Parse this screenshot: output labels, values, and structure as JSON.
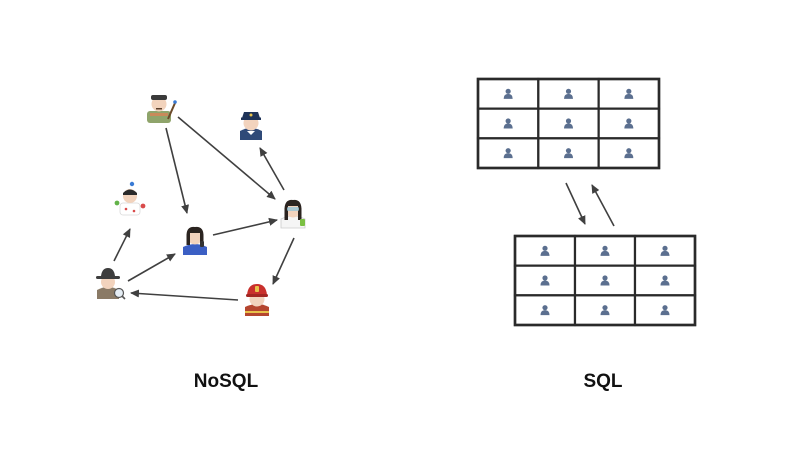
{
  "labels": {
    "left": "NoSQL",
    "right": "SQL"
  },
  "graph": {
    "nodes": [
      {
        "id": "painter",
        "role": "person-with-paintbrush"
      },
      {
        "id": "police",
        "role": "police-officer"
      },
      {
        "id": "juggler",
        "role": "person-juggling"
      },
      {
        "id": "office",
        "role": "person-at-desk"
      },
      {
        "id": "scientist",
        "role": "person-with-goggles"
      },
      {
        "id": "detective",
        "role": "detective"
      },
      {
        "id": "firefighter",
        "role": "firefighter"
      }
    ],
    "edges": [
      {
        "from": "painter",
        "to": "office"
      },
      {
        "from": "painter",
        "to": "scientist"
      },
      {
        "from": "scientist",
        "to": "police"
      },
      {
        "from": "office",
        "to": "scientist"
      },
      {
        "from": "detective",
        "to": "juggler"
      },
      {
        "from": "detective",
        "to": "office"
      },
      {
        "from": "scientist",
        "to": "firefighter"
      },
      {
        "from": "firefighter",
        "to": "detective"
      }
    ]
  },
  "tables": [
    {
      "id": "top",
      "rows": 3,
      "cols": 3,
      "cell_icon": "person-icon"
    },
    {
      "id": "bottom",
      "rows": 3,
      "cols": 3,
      "cell_icon": "person-icon"
    }
  ],
  "table_arrows": [
    {
      "from": "top",
      "to": "bottom"
    },
    {
      "from": "bottom",
      "to": "top"
    }
  ],
  "colors": {
    "arrow": "#404040",
    "table_border": "#2a2a2a",
    "person_icon": "#5b6f8f",
    "text": "#111111"
  }
}
